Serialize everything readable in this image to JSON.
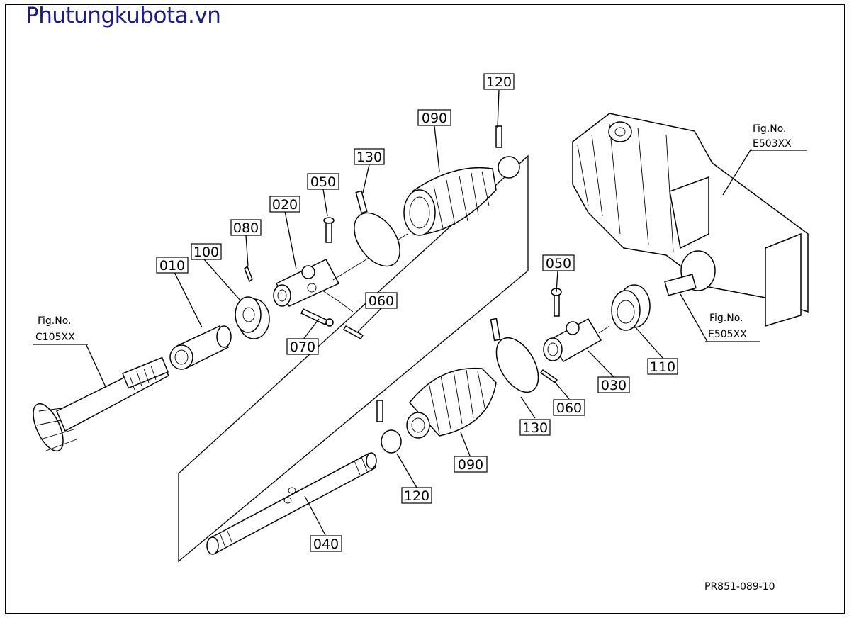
{
  "brand": {
    "text": "Phutungkubota.vn",
    "color": "#1a1a8c"
  },
  "drawing_code": "PR851-089-10",
  "fig_refs": [
    {
      "line1": "Fig.No.",
      "line2": "C105XX"
    },
    {
      "line1": "Fig.No.",
      "line2": "E503XX"
    },
    {
      "line1": "Fig.No.",
      "line2": "E505XX"
    }
  ],
  "part_labels": [
    "010",
    "100",
    "080",
    "020",
    "050",
    "130",
    "090",
    "120",
    "060",
    "070",
    "050",
    "110",
    "030",
    "060",
    "130",
    "090",
    "120",
    "040"
  ]
}
